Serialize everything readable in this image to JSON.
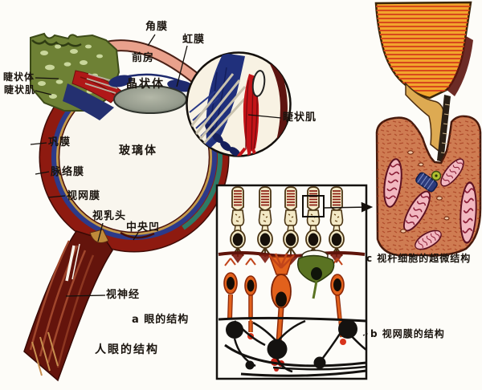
{
  "title": "人眼的结构",
  "captions": {
    "a": "a 眼的结构",
    "b": "b 视网膜的结构",
    "c": "c 视杆细胞的超微结构"
  },
  "labels": {
    "cornea": "角膜",
    "iris": "虹膜",
    "anterior_chamber": "前房",
    "lens": "晶状体",
    "ciliary_body": "睫状体",
    "ciliary_muscle": "睫状肌",
    "sclera": "巩膜",
    "choroid": "脉络膜",
    "retina": "视网膜",
    "vitreous_body": "玻璃体",
    "optic_disc": "视乳头",
    "fovea": "中央凹",
    "optic_nerve": "视神经",
    "inset_ciliary_muscle": "睫状肌"
  },
  "colors": {
    "sclera_red": "#8e1a10",
    "choroid_blue": "#2c3a8a",
    "retina_teal": "#2e7a66",
    "cornea_pink": "#e9a18c",
    "lens_gray": "#9aa094",
    "ciliary_green": "#6e8135",
    "muscle_red": "#c41418",
    "rod_disc_orange": "#f2a52c",
    "rod_disc_stripe": "#d8481c",
    "inner_segment_salmon": "#cf7c52",
    "mitochondrion_pink": "#f2b8c0",
    "bipolar_orange": "#e2611c",
    "ganglion_black": "#141210"
  }
}
